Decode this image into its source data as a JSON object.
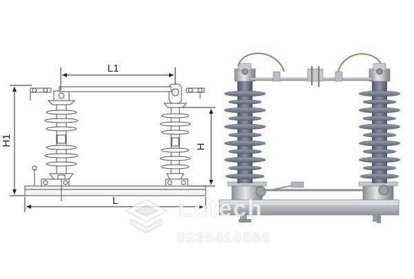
{
  "drawing": {
    "dimensions": {
      "l1": "L1",
      "h1": "H1",
      "h": "H",
      "l": "L"
    }
  },
  "watermark": {
    "brand": "Lotech",
    "phone": "0938416566"
  },
  "icons": {
    "watermark_logo": "lotech-s-logo-icon"
  },
  "colors": {
    "insulator_gray": "#6d7585",
    "metal": "#b8bcc2",
    "line_drawing": "#4a4a4a",
    "watermark": "#d0d3d8"
  }
}
